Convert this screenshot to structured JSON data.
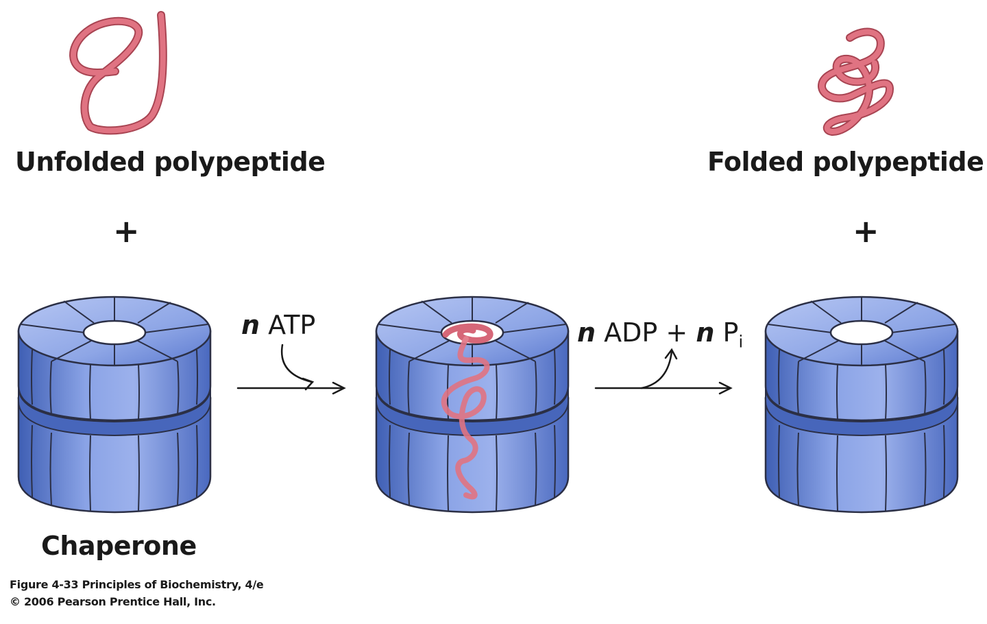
{
  "labels": {
    "unfolded": "Unfolded polypeptide",
    "folded": "Folded polypeptide",
    "chaperone": "Chaperone",
    "plus": "+"
  },
  "reaction_left": {
    "coef": "n",
    "species": "ATP"
  },
  "reaction_right": {
    "coef1": "n",
    "species1": "ADP",
    "plus": "+",
    "coef2": "n",
    "species2": "P",
    "sub": "i"
  },
  "credit": {
    "line1": "Figure 4-33  Principles of Biochemistry, 4/e",
    "line2": "© 2006 Pearson Prentice Hall, Inc."
  },
  "colors": {
    "barrel_light": "#9cb1ec",
    "barrel_mid": "#6c89d8",
    "barrel_dark": "#3f5fb4",
    "barrel_outline": "#2b2f45",
    "polypeptide": "#e07382",
    "polypeptide_outline": "#a84452"
  }
}
